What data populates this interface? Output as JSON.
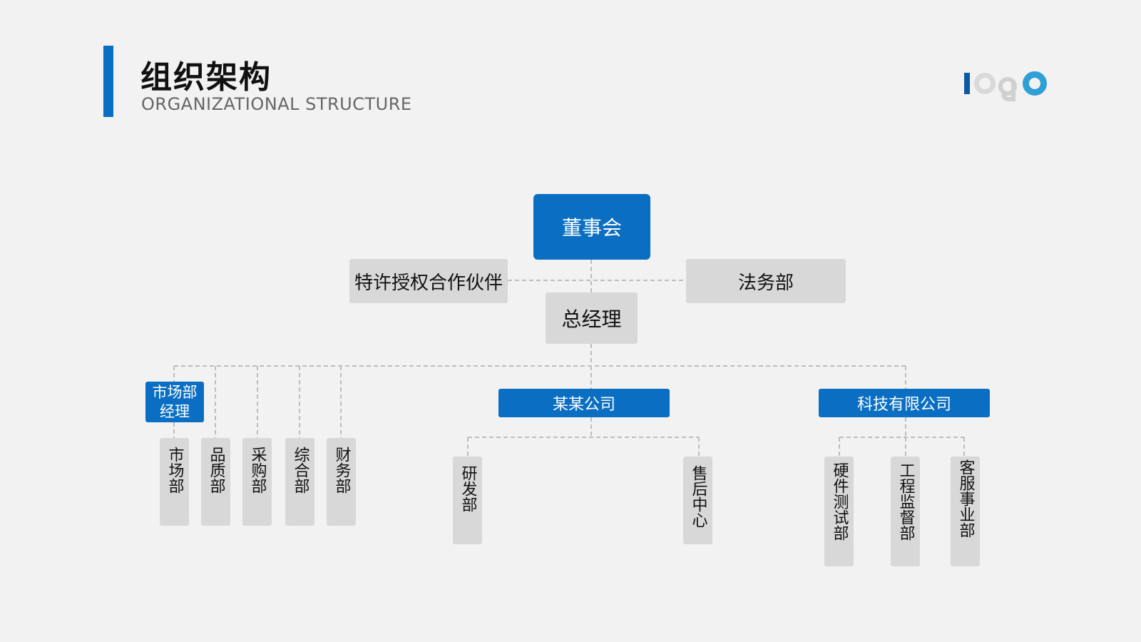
{
  "header": {
    "title": "组织架构",
    "subtitle": "ORGANIZATIONAL STRUCTURE"
  },
  "logo": {
    "icon": "logo-mark",
    "colors": [
      "#0a5aa5",
      "#d9d9d9",
      "#2f9fd6"
    ]
  },
  "nodes": {
    "board": "董事会",
    "partner": "特许授权合作伙伴",
    "legal": "法务部",
    "gm": "总经理",
    "market_manager": "市场部\n经理",
    "company_a": "某某公司",
    "tech_company": "科技有限公司",
    "departments_market": [
      "市场部",
      "品质部",
      "采购部",
      "综合部",
      "财务部"
    ],
    "departments_company_a": [
      "研发部",
      "售后中心"
    ],
    "departments_tech": [
      "硬件测试部",
      "工程监督部",
      "客服事业部"
    ]
  },
  "colors": {
    "primary": "#0a6fc2",
    "box_gray": "#d8d8d8",
    "connector": "#bdbdbd",
    "background": "#f2f2f2"
  }
}
